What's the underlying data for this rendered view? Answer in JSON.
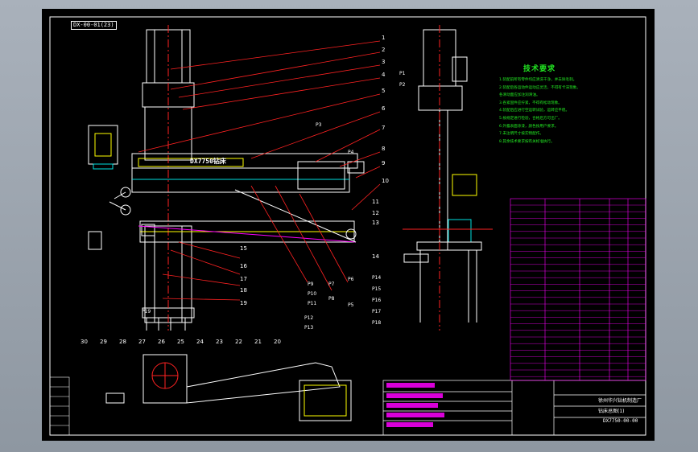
{
  "drawing": {
    "code_box": "DX-00-01(23)",
    "model_label": "DX7750钻床",
    "tech_title": "技术要求",
    "tech_notes": [
      "1.装配前所有零件均应清洗干净，并去除毛刺。",
      "2.装配后各运动件运动应灵活，不得有卡滞现象。",
      "  各滑动面应加注润滑油。",
      "3.各紧固件应拧紧，不得有松动现象。",
      "4.装配后应进行空运转试验，运转应平稳。",
      "5.按规定进行检验，合格后方可出厂。",
      "6.外露表面涂漆，颜色按用户要求。",
      "7.未注明尺寸按实物配作。",
      "8.其余技术要求按有关标准执行。"
    ],
    "company": "徐州华兴钻机制造厂",
    "drawing_name": "钻床总图(1)",
    "drawing_no": "DX7750-00-00",
    "part_numbers_left": [
      "1",
      "2",
      "3",
      "4",
      "5",
      "6",
      "7",
      "8",
      "9",
      "10"
    ],
    "part_numbers_bottom": [
      "30",
      "29",
      "28",
      "27",
      "26",
      "25",
      "24",
      "23",
      "22",
      "21",
      "20"
    ],
    "part_labels_mid": [
      "P1",
      "P2",
      "P3",
      "P4",
      "P5",
      "P6",
      "P7",
      "P8",
      "P9",
      "P10",
      "P11",
      "P12",
      "P13",
      "P14",
      "P15",
      "P16",
      "P17",
      "P18",
      "P19"
    ],
    "side_labels": [
      "11",
      "12",
      "13",
      "14",
      "15",
      "16",
      "17",
      "18",
      "19"
    ]
  },
  "colors": {
    "sheet": "#000000",
    "frame": "#ffffff",
    "line": "#ffffff",
    "center": "#ff2222",
    "cyan": "#00e0e0",
    "magenta": "#ff00ff",
    "yellow": "#ffff00",
    "green": "#22e822",
    "blue": "#4466ff"
  }
}
